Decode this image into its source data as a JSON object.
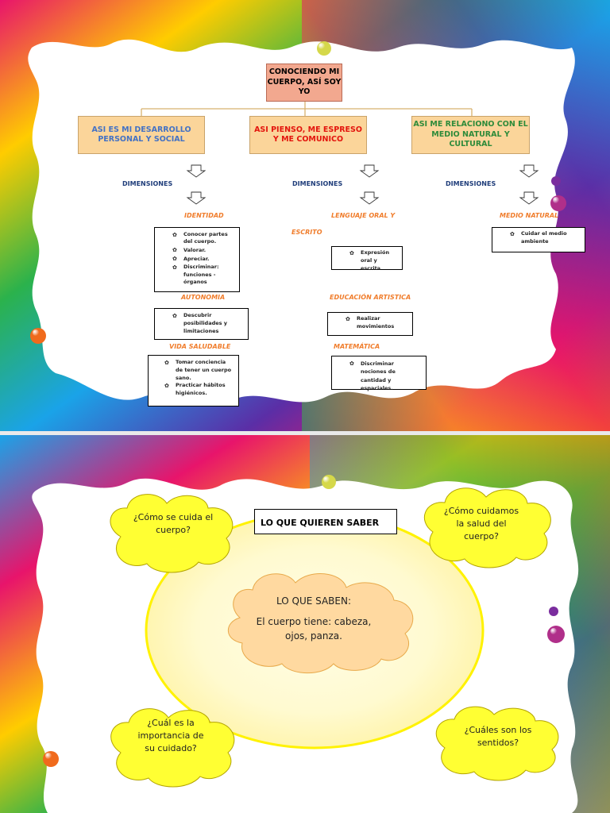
{
  "slide1": {
    "root": "CONOCIENDO MI CUERPO, ASÍ SOY YO",
    "branches": [
      {
        "label": "ASI ES MI DESARROLLO PERSONAL Y SOCIAL",
        "color": "#4472c4"
      },
      {
        "label": "ASI PIENSO, ME ESPRESO Y ME COMUNICO",
        "color": "#e3150d"
      },
      {
        "label": "ASI ME RELACIONO CON EL MEDIO NATURAL Y CULTURAL",
        "color": "#2e8b3a"
      }
    ],
    "dimensions_label": "DIMENSIONES",
    "categories": {
      "identidad": "IDENTIDAD",
      "autonomia": "AUTONOMIA",
      "vida": "VIDA SALUDABLE",
      "lenguaje1": "LENGUAJE ORAL Y",
      "lenguaje2": "ESCRITO",
      "educacion": "EDUCACIÓN ARTISTICA",
      "matematica": "MATEMÁTICA",
      "medio": "MEDIO NATURAL"
    },
    "lists": {
      "identidad": [
        "Conocer partes del cuerpo.",
        "Valorar.",
        "Apreciar.",
        "Discriminar: funciones - órganos"
      ],
      "autonomia": [
        "Descubrir posibilidades y limitaciones"
      ],
      "vida": [
        "Tomar conciencia de tener un cuerpo sano.",
        "Practicar hábitos higiénicos."
      ],
      "lenguaje": [
        "Expresión oral y escrita"
      ],
      "educacion": [
        "Realizar movimientos"
      ],
      "matematica": [
        "Discriminar nociones de cantidad y espaciales."
      ],
      "medio": [
        "Cuidar el medio ambiente"
      ]
    },
    "bullet": "✿"
  },
  "slide2": {
    "title": "LO QUE QUIEREN SABER",
    "center_title": "LO QUE SABEN:",
    "center_body": "El cuerpo tiene: cabeza, ojos, panza.",
    "q1": "¿Cómo se cuida el cuerpo?",
    "q2": "¿Cómo cuidamos la salud del cuerpo?",
    "q3": "¿Cuál es la importancia de su cuidado?",
    "q4": "¿Cuáles son los sentidos?"
  }
}
